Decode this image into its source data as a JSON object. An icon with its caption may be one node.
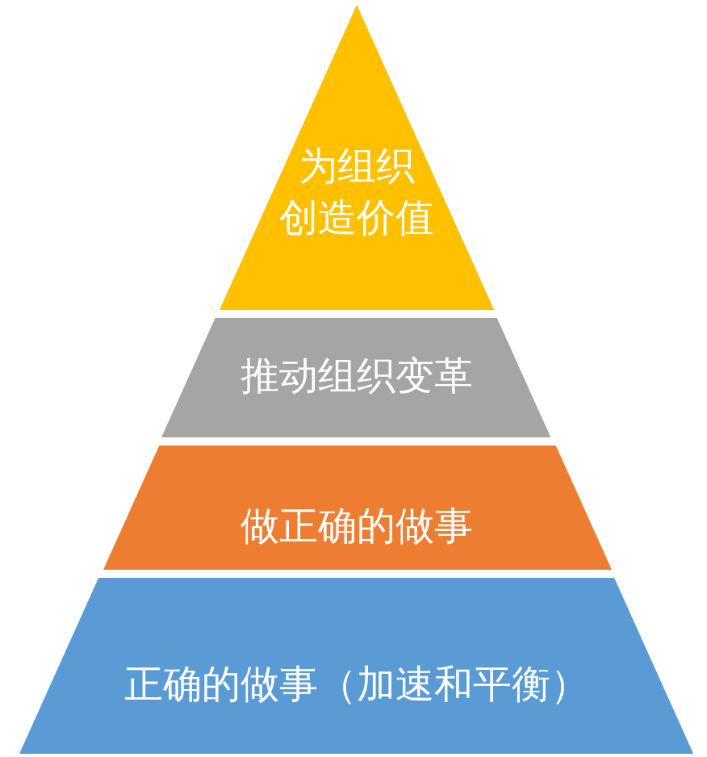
{
  "diagram": {
    "nodes": [
      {
        "text": [
          "为组织创造价值"
        ]
      },
      {
        "text": [
          "推动组织变革"
        ]
      },
      {
        "text": [
          "做正确的做事"
        ]
      },
      {
        "text": [
          "正确的做事（加速和平衡）"
        ]
      }
    ]
  }
}
